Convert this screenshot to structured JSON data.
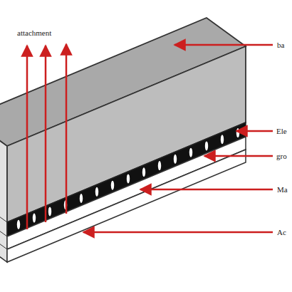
{
  "diagram": {
    "labels": [
      "attachment",
      "ba",
      "Ele",
      "gro",
      "Ma",
      "Ac"
    ]
  }
}
